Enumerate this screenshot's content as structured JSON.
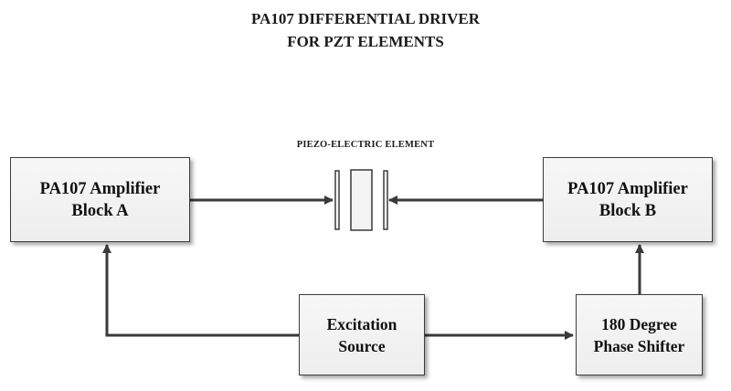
{
  "title": {
    "line1": "PA107 DIFFERENTIAL DRIVER",
    "line2": "FOR PZT ELEMENTS"
  },
  "piezo_label": "PIEZO-ELECTRIC ELEMENT",
  "blocks": {
    "amp_a": {
      "line1": "PA107 Amplifier",
      "line2": "Block A"
    },
    "amp_b": {
      "line1": "PA107 Amplifier",
      "line2": "Block B"
    },
    "excitation": {
      "line1": "Excitation",
      "line2": "Source"
    },
    "phase_shifter": {
      "line1": "180 Degree",
      "line2": "Phase Shifter"
    }
  },
  "colors": {
    "line": "#3a3a3a",
    "block_fill": "#f2f2f2",
    "block_border": "#3c3c3c"
  }
}
